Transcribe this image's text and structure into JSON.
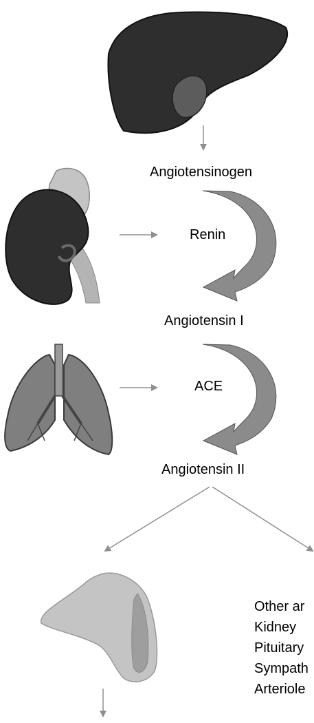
{
  "pathway": {
    "angiotensinogen": "Angiotensinogen",
    "renin": "Renin",
    "angiotensin_i": "Angiotensin I",
    "ace": "ACE",
    "angiotensin_ii": "Angiotensin II"
  },
  "targets": [
    "Other ar",
    "Kidney",
    "Pituitary",
    "Sympath",
    "Arteriole"
  ],
  "colors": {
    "organ_dark": "#2e2e2e",
    "gallbladder": "#5c5c5c",
    "adrenal": "#c4c4c4",
    "curved_arrow": "#8b8b8b",
    "lung": "#7f7f7f",
    "arrow_line": "#8f8f8f"
  }
}
